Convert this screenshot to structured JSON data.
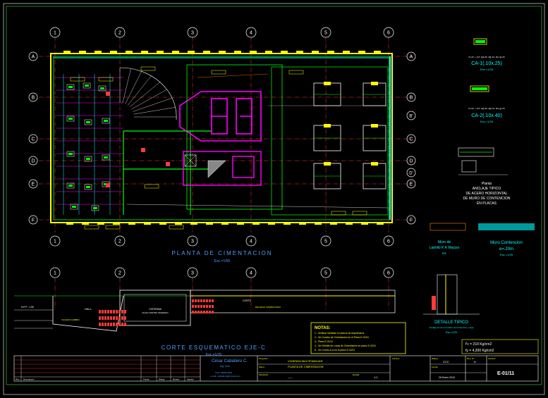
{
  "grid": {
    "columns": [
      "1",
      "2",
      "3",
      "4",
      "5",
      "6"
    ],
    "rows": [
      "A",
      "B",
      "C",
      "D",
      "E",
      "F"
    ],
    "sub_rows": [
      "B'",
      "D'"
    ]
  },
  "plan": {
    "title": "PLANTA DE CIMENTACION",
    "scale": "Esc.=1/50"
  },
  "section": {
    "title": "CORTE ESQUEMATICO EJE-C",
    "scale": "Esc.=1/75"
  },
  "details": {
    "column1": {
      "name": "CA-1(.10x.25)",
      "rebar": "8 1/2\" + 1/4\" 1@.05, 4@.10, Rto @.25",
      "scale": "Esc.=1/25"
    },
    "column2": {
      "name": "CA-2(.10x.40)",
      "rebar": "8 1/2\" + 1/4\" 1@.05, 4@.10, Rto @.25",
      "scale": "Esc.=1/25"
    },
    "anchorage_title": "Planta\nANCLAJE TIPICO\nDE ACERO HORIZONTAL\nDE MURO DE CONTENCION\nEN PLACAS",
    "wall_brick": {
      "label": "Muro de\nLadrillo K K Macizo",
      "scale": "S/E"
    },
    "wall_retaining": {
      "label": "Muro Contencion\ne=.20m",
      "scale": "Esc.=1/25"
    },
    "typical_detail": {
      "title": "DETALLE TIPICO",
      "subtitle": "Anclaje de CA-1 en Muro de Contencion y Viga",
      "scale": "Esc.=1/25"
    }
  },
  "notes": {
    "title": "NOTAS:",
    "items": [
      "1.- Verificar medidas en planos de Arquitectura.",
      "2.- Ver Cuadro de Cimentacion en el Plano E-02/11",
      "3.- Plano E-01/11",
      "4.- Ver Detalle de Losas de Cimentacion en plano E-02/11",
      "5.- Ver Cortes A-A en el plano E-04/11"
    ]
  },
  "specs": {
    "concrete": "f'c = 210 Kg/cm2",
    "steel": "fy = 4,200 Kg/cm2"
  },
  "title_block": {
    "engineer": "César Caballero C.",
    "role": "Ing. Civil",
    "phone": "Telef. 99999-9999",
    "email": "e-mail: ccaballero@hotmail.com",
    "project_label": "Proyecto:",
    "project": "VIVIENDA MULTIFAMILIAR",
    "plan_label": "Plano:",
    "plan": "PLANTA DE CIMENTACION",
    "location_label": "Ubicación:",
    "location": "-----",
    "scale_label": "Escala:",
    "scale_value": "1:1",
    "sheet_label": "Lámina:",
    "sheet": "E-01/11",
    "drawn_label": "Dibujo:",
    "drawn": "CCC",
    "date_label": "Fecha:",
    "date": "26 Enero 2012",
    "rev_label": "Rev. N°:",
    "rev": "A",
    "rev_headers": [
      "Rev.",
      "Descripción",
      "Fecha",
      "Dibujó",
      "Revisó",
      "Aprobó"
    ]
  },
  "labels": {
    "cistern": "CISTERNA",
    "lobby": "HALL",
    "pool_label": "CISTERNA\nAGUA CONTRA INCENDIO",
    "ntn": "N.F.P. -1.50",
    "cut_label": "CORTE",
    "fill_label": "RELLENO COMPACTADO",
    "solado": "SOLADO CAMBIO"
  },
  "colors": {
    "background": "#000000",
    "grid_red": "#ff3b3b",
    "white": "#ffffff",
    "yellow": "#ffff00",
    "green": "#00ff00",
    "cyan": "#00ffff",
    "magenta": "#ff00ff",
    "blue": "#4aa0ff",
    "orange": "#ff8800"
  }
}
